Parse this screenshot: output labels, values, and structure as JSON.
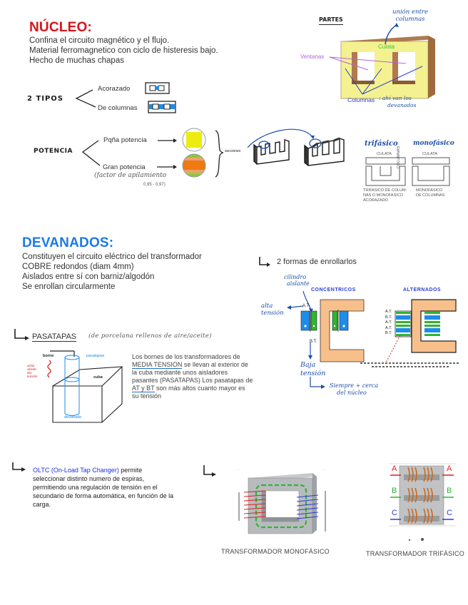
{
  "colors": {
    "nucleo_title": "#d8141c",
    "devanados_title": "#1a7ae6",
    "pen_blue": "#1d4fa8",
    "yoke_yellow": "#f4f190",
    "column_brown": "#b07a4e",
    "winding_blue": "#1f8ce8",
    "winding_green": "#2fb52f",
    "core_orange": "#f7c08a",
    "oltc_blue": "#1f2ce0"
  },
  "nucleo": {
    "title": "NÚCLEO:",
    "lines": [
      "Confina el circuito magnético y el flujo.",
      "Material ferromagnetico con ciclo de histeresis bajo.",
      "Hecho de muchas chapas"
    ],
    "partes": {
      "title": "PARTES",
      "culata": "Culata",
      "ventanas": "Ventanas",
      "columnas": "Columnas",
      "columnas_note_a": ": ahí van los",
      "columnas_note_b": "devanados",
      "union_a": "unión entre",
      "union_b": "columnas"
    },
    "tipos": {
      "label": "2 TIPOS",
      "items": [
        "Acorazado",
        "De columnas"
      ]
    },
    "potencia": {
      "label": "POTENCIA",
      "items": [
        "Pqña potencia",
        "Gran potencia"
      ],
      "factor_a": "(factor de apilamiento",
      "factor_b": "0,95 - 0,97)",
      "secciones": "secciones"
    },
    "core_types": {
      "trifasico_label": "trifásico",
      "monofasico_label": "monofásico",
      "culata": "CULATA",
      "columnas": "COLUMNAS",
      "caption_left": [
        "TRIFASICO DE COLUM-",
        "NAS O MONOFASICO",
        "ACORAZADO"
      ],
      "caption_right": [
        "MONOFASICO",
        "DE COLUMNAS"
      ]
    }
  },
  "devanados": {
    "title": "DEVANADOS:",
    "lines": [
      "Constituyen el circuito eléctrico del transformador",
      "COBRE redondos (diam 4mm)",
      "Aislados entre sí con barniz/algodón",
      "Se enrollan circularmente"
    ],
    "formas": {
      "label": "2 formas de enrollarlos",
      "concentricos": "CONCENTRICOS",
      "alternados": "ALTERNADOS",
      "cilindro_a": "cilindro",
      "cilindro_b": "aislante",
      "alta_a": "alta",
      "alta_b": "tensión",
      "baja_a": "Baja",
      "baja_b": "tensión",
      "siempre_a": "Siempre + cerca",
      "siempre_b": "del núcleo",
      "at": "A.T.",
      "bt": "B.T.",
      "alt_labels": [
        "A.T.",
        "B.T.",
        "A.T.",
        "A.T.",
        "B.T."
      ]
    }
  },
  "pasatapas": {
    "title": "PASATAPAS",
    "note": "(de porcelana rellenos de aire/aceite)",
    "sketch": {
      "borne": "borne",
      "pasatapas": "pasatapas",
      "cuba": "cuba",
      "devanado": "devanado",
      "red_note": [
        "aislar",
        "alrede-",
        "dor",
        "tensión"
      ]
    },
    "paragraph_parts": {
      "p1": "Los bornes de los transformadores de ",
      "media": "MEDIA TENSION",
      "p2": " se llevan al exterior de la cuba mediante unos aisladores pasantes (PASATAPAS) Los pasatapas de ",
      "atbt": "AT y BT",
      "p3": " son más altos cuanto mayor es su tensión"
    }
  },
  "oltc": {
    "highlight": "OLTC (On-Load Tap Changer)",
    "text": " permite seleccionar distinto numero de espiras, permitiendo una regulación de tensión en el secundario de forma automática, en función de la carga."
  },
  "figures": {
    "monofasico_caption": "TRANSFORMADOR MONOFÁSICO",
    "trifasico_caption": "TRANSFORMADOR TRIFÁSICO",
    "phases": [
      "A",
      "B",
      "C"
    ]
  }
}
